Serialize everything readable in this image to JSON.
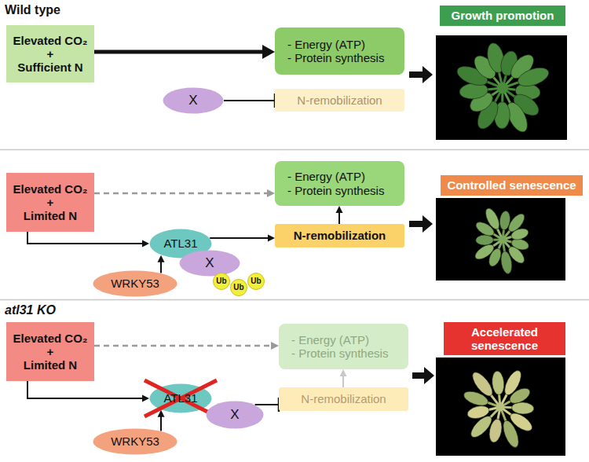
{
  "diagram": {
    "nodes": [
      {
        "text": [
          "Elevated CO₂ + Sufficient N"
        ]
      },
      {
        "text": [
          "- Energy (ATP)",
          "- Protein synthesis"
        ]
      },
      {
        "text": [
          "X"
        ]
      },
      {
        "text": [
          "N-remobilization"
        ]
      },
      {
        "text": [
          "Growth promotion"
        ]
      },
      {
        "text": [
          "Elevated CO₂ + Limited N"
        ]
      },
      {
        "text": [
          "- Energy (ATP)",
          "- Protein synthesis"
        ]
      },
      {
        "text": [
          "ATL31"
        ]
      },
      {
        "text": [
          "X"
        ]
      },
      {
        "text": [
          "Ub"
        ]
      },
      {
        "text": [
          "Ub"
        ]
      },
      {
        "text": [
          "Ub"
        ]
      },
      {
        "text": [
          "N-remobilization"
        ]
      },
      {
        "text": [
          "WRKY53"
        ]
      },
      {
        "text": [
          "Controlled senescence"
        ]
      },
      {
        "text": [
          "Elevated CO₂ + Limited N"
        ]
      },
      {
        "text": [
          "- Energy (ATP)",
          "- Protein synthesis"
        ]
      },
      {
        "text": [
          "ATL31"
        ]
      },
      {
        "text": [
          "X"
        ]
      },
      {
        "text": [
          "N-remobilization"
        ]
      },
      {
        "text": [
          "WRKY53"
        ]
      },
      {
        "text": [
          "Accelerated senescence"
        ]
      }
    ],
    "edges": [
      {
        "from": 0,
        "to": 1,
        "arrow": "to"
      },
      {
        "from": 2,
        "to": 3,
        "arrow": "to"
      },
      {
        "from": 5,
        "to": 6,
        "arrow": "to"
      },
      {
        "from": 5,
        "to": 7,
        "arrow": "to"
      },
      {
        "from": 13,
        "to": 7,
        "arrow": "to"
      },
      {
        "from": 7,
        "to": 12,
        "arrow": "to"
      },
      {
        "from": 12,
        "to": 6,
        "arrow": "to"
      },
      {
        "from": 15,
        "to": 16,
        "arrow": "to"
      },
      {
        "from": 15,
        "to": 17,
        "arrow": "to"
      },
      {
        "from": 20,
        "to": 17,
        "arrow": "to"
      },
      {
        "from": 18,
        "to": 19,
        "arrow": "to"
      },
      {
        "from": 19,
        "to": 16,
        "arrow": "to"
      }
    ],
    "labels": [
      "Wild type",
      "atl31 KO"
    ]
  }
}
